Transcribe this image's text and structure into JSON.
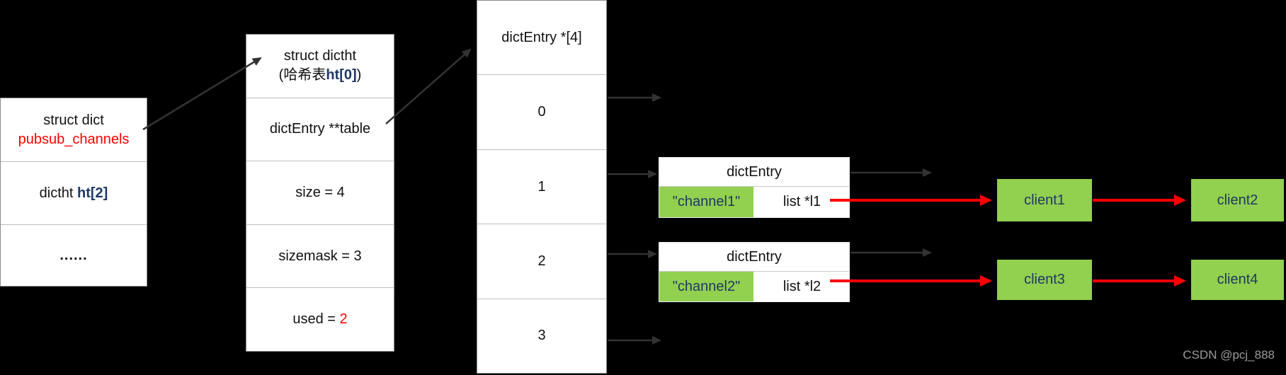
{
  "colors": {
    "background": "#000000",
    "box_fill": "#ffffff",
    "box_border": "#8c8c8c",
    "divider": "#bdbdbd",
    "highlight_navy": "#1f3864",
    "accent_red": "#ff0000",
    "green_fill": "#92d050",
    "arrow_dark": "#333333",
    "arrow_red": "#fe0000",
    "watermark_gray": "#9b9b9b"
  },
  "dict_box": {
    "title": "struct dict",
    "subtitle": "pubsub_channels",
    "field_prefix": "dictht ",
    "field_highlight": "ht[2]",
    "ellipsis": "......"
  },
  "dictht_box": {
    "title": "struct dictht",
    "subtitle_prefix": "(哈希表",
    "subtitle_highlight": "ht[0]",
    "subtitle_suffix": ")",
    "field_table": "dictEntry **table",
    "field_size": "size = 4",
    "field_sizemask": "sizemask = 3",
    "field_used_prefix": "used = ",
    "field_used_value": "2"
  },
  "bucket_array": {
    "header": "dictEntry *[4]",
    "cells": [
      "0",
      "1",
      "2",
      "3"
    ]
  },
  "entries": [
    {
      "header": "dictEntry",
      "key": "\"channel1\"",
      "value": "list *l1"
    },
    {
      "header": "dictEntry",
      "key": "\"channel2\"",
      "value": "list *l2"
    }
  ],
  "clients": [
    "client1",
    "client2",
    "client3",
    "client4"
  ],
  "watermark": {
    "text": "CSDN @pcj_888"
  }
}
